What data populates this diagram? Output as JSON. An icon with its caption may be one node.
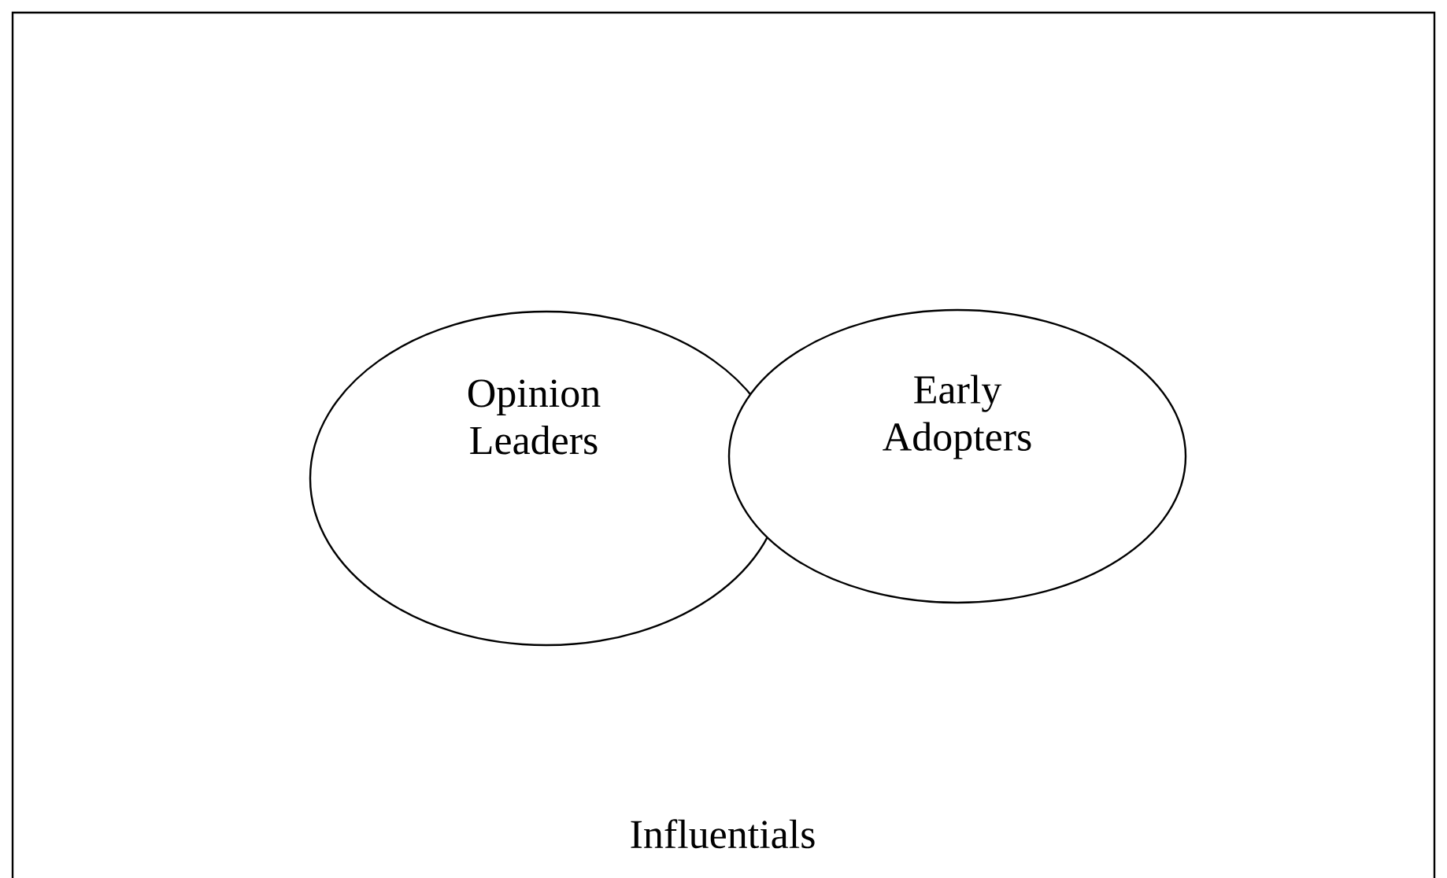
{
  "diagram": {
    "nodes": [
      {
        "text": [
          "Influentials"
        ]
      },
      {
        "text": [
          "Opinion Leaders"
        ],
        "in": 0
      },
      {
        "text": [
          "Early Adopters"
        ],
        "in": 0
      }
    ]
  }
}
